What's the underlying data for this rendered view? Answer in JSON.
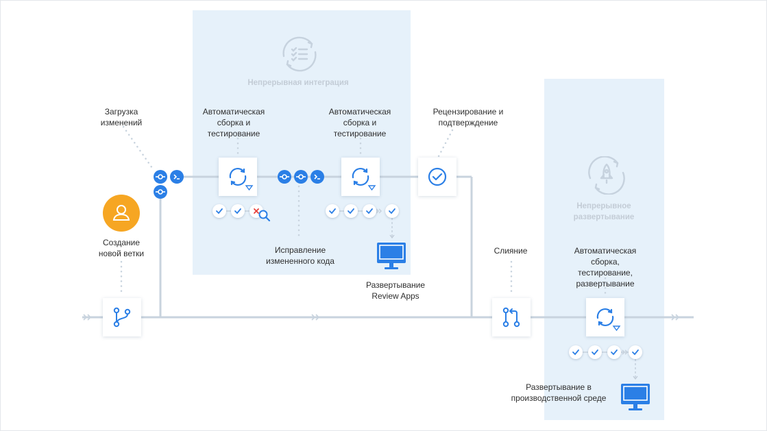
{
  "panels": {
    "ci_title": "Непрерывная интеграция",
    "cd_title": "Непрерывное развертывание"
  },
  "labels": {
    "upload": "Загрузка изменений",
    "auto_build_1": "Автоматическая сборка и тестирование",
    "auto_build_2": "Автоматическая сборка и тестирование",
    "review": "Рецензирование и подтверждение",
    "create_branch": "Создание новой ветки",
    "fix_code": "Исправление измененного кода",
    "deploy_review_apps": "Развертывание Review Apps",
    "merge": "Слияние",
    "auto_build_deploy": "Автоматическая сборка, тестирование, развертывание",
    "deploy_production": "Развертывание в производственной среде"
  },
  "icons": {
    "ci": "checklist-cycle-icon",
    "cd": "rocket-cycle-icon",
    "user": "user-icon",
    "branch": "git-branch-icon",
    "merge": "git-merge-icon",
    "build": "sync-icon",
    "review": "check-circle-icon",
    "commit": "commit-icon",
    "terminal": "terminal-icon",
    "monitor": "monitor-icon",
    "search": "magnifier-icon"
  },
  "colors": {
    "blue": "#2b7fe6",
    "orange": "#f6a623",
    "panel": "#e6f1fa",
    "line": "#c8d3de",
    "error": "#e8403a"
  }
}
